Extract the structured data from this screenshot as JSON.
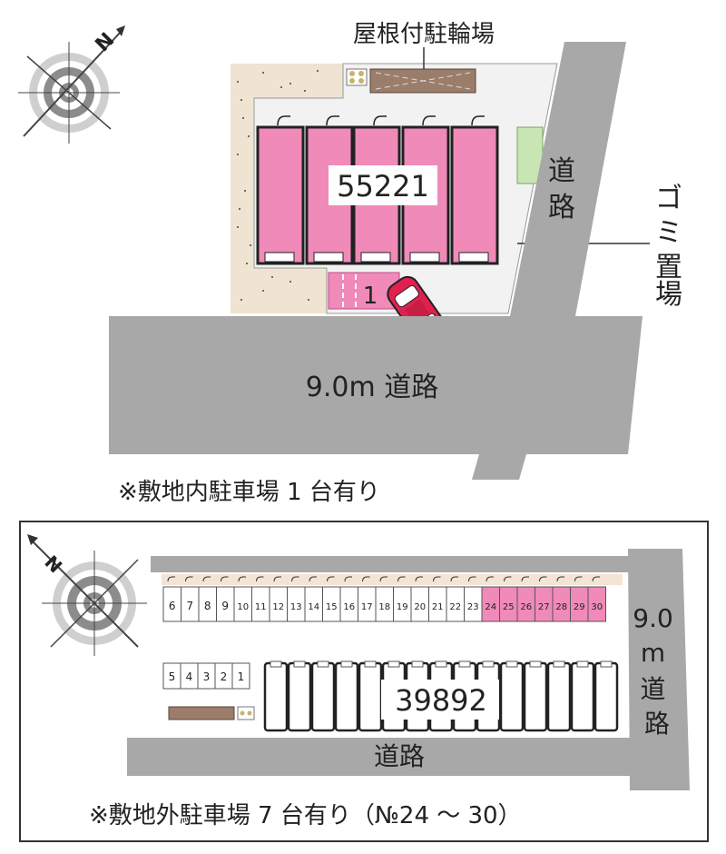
{
  "map1": {
    "north_letter": "N",
    "bike_shelter_label": "屋根付駐輪場",
    "building_id": "55221",
    "road_right_label": "道路",
    "garbage_label": "ゴミ置場",
    "parking_number": "1",
    "main_road_label": "9.0m 道路",
    "note": "※敷地内駐車場 1 台有り"
  },
  "map2": {
    "north_letter": "N",
    "building_id": "39892",
    "right_road_label": "9.0m道路",
    "bottom_road_label": "道路",
    "note": "※敷地外駐車場 7 台有り（№24 ～ 30）",
    "top_row_numbers": [
      "6",
      "7",
      "8",
      "9",
      "10",
      "11",
      "12",
      "13",
      "14",
      "15",
      "16",
      "17",
      "18",
      "19",
      "20",
      "21",
      "22",
      "23",
      "24",
      "25",
      "26",
      "27",
      "28",
      "29",
      "30"
    ],
    "highlighted_numbers": [
      "24",
      "25",
      "26",
      "27",
      "28",
      "29",
      "30"
    ],
    "left_block_numbers": [
      "5",
      "4",
      "3",
      "2",
      "1"
    ]
  },
  "colors": {
    "highlight_pink": "#f08ab8",
    "road_gray": "#a8a8a8",
    "sand": "#efe3d2",
    "bike_shelter": "#9a7d6a",
    "garbage_green": "#c8e6b4"
  }
}
